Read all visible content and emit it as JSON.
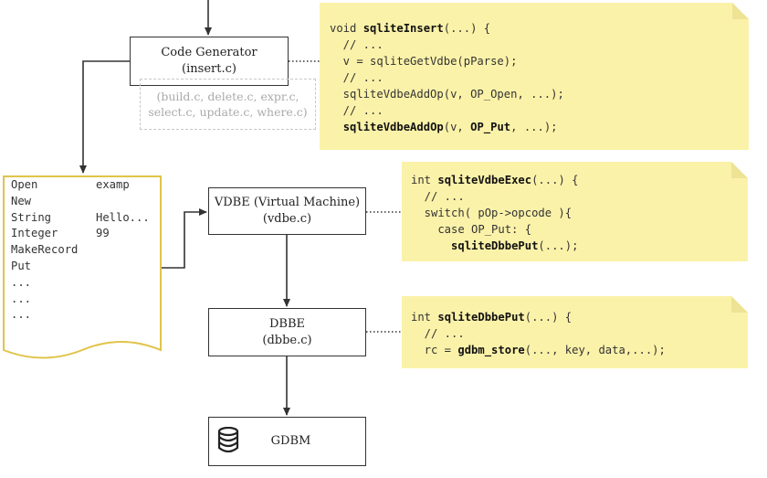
{
  "boxes": {
    "code_generator": {
      "title": "Code Generator",
      "file": "(insert.c)"
    },
    "other_sources": {
      "line1": "(build.c, delete.c, expr.c,",
      "line2": "select.c, update.c, where.c)"
    },
    "vdbe": {
      "title": "VDBE (Virtual Machine)",
      "file": "(vdbe.c)"
    },
    "dbbe": {
      "title": "DBBE",
      "file": "(dbbe.c)"
    },
    "gdbm": {
      "title": "GDBM",
      "icon": "database-icon"
    }
  },
  "program": {
    "opcodes": [
      "Open",
      "New",
      "String",
      "Integer",
      "MakeRecord",
      "Put",
      "...",
      "...",
      "..."
    ],
    "operands": [
      "examp",
      "",
      "Hello...",
      "99",
      "",
      "",
      "",
      "",
      ""
    ]
  },
  "notes": {
    "insert": [
      [
        {
          "t": "void "
        },
        {
          "t": "sqliteInsert",
          "b": true
        },
        {
          "t": "(...) {"
        }
      ],
      [
        {
          "t": "  // ..."
        }
      ],
      [
        {
          "t": "  v = sqliteGetVdbe(pParse);"
        }
      ],
      [
        {
          "t": "  // ..."
        }
      ],
      [
        {
          "t": "  sqliteVdbeAddOp(v, OP_Open, ...);"
        }
      ],
      [
        {
          "t": "  // ..."
        }
      ],
      [
        {
          "t": "  "
        },
        {
          "t": "sqliteVdbeAddOp",
          "b": true
        },
        {
          "t": "(v, "
        },
        {
          "t": "OP_Put",
          "b": true
        },
        {
          "t": ", ...);"
        }
      ]
    ],
    "vdbe_exec": [
      [
        {
          "t": "int "
        },
        {
          "t": "sqliteVdbeExec",
          "b": true
        },
        {
          "t": "(...) {"
        }
      ],
      [
        {
          "t": "  // ..."
        }
      ],
      [
        {
          "t": "  switch( pOp->opcode ){"
        }
      ],
      [
        {
          "t": "    case OP_Put: {"
        }
      ],
      [
        {
          "t": "      "
        },
        {
          "t": "sqliteDbbePut",
          "b": true
        },
        {
          "t": "(...);"
        }
      ]
    ],
    "dbbe_put": [
      [
        {
          "t": "int "
        },
        {
          "t": "sqliteDbbePut",
          "b": true
        },
        {
          "t": "(...) {"
        }
      ],
      [
        {
          "t": "  // ..."
        }
      ],
      [
        {
          "t": "  rc = "
        },
        {
          "t": "gdbm_store",
          "b": true
        },
        {
          "t": "(..., key, data,...);"
        }
      ]
    ]
  },
  "colors": {
    "note_fill": "#fbf2a9",
    "note_fold": "#eee394",
    "document_border": "#e0c44a",
    "line": "#333333",
    "dashed_border": "#c8c8c8"
  }
}
